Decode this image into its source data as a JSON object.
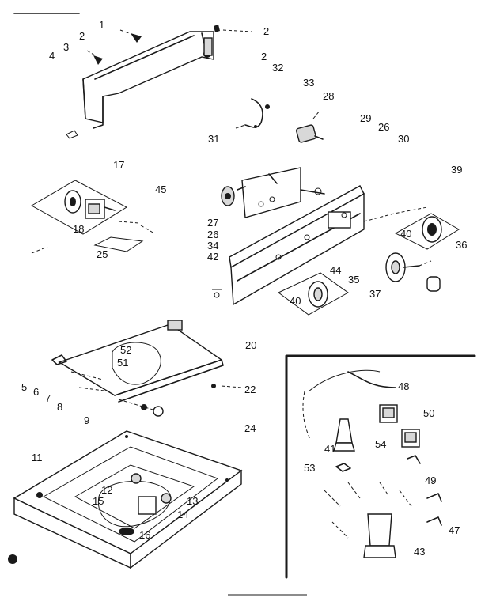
{
  "labels": {
    "p1": "1",
    "p2a": "2",
    "p2b": "2",
    "p2c": "2",
    "p3": "3",
    "p4": "4",
    "p32": "32",
    "p33": "33",
    "p28": "28",
    "p31": "31",
    "p29": "29",
    "p26a": "26",
    "p30": "30",
    "p17": "17",
    "p45": "45",
    "p18": "18",
    "p25": "25",
    "p39": "39",
    "p27": "27",
    "p26b": "26",
    "p34": "34",
    "p42": "42",
    "p36": "36",
    "p40a": "40",
    "p40b": "40",
    "p44": "44",
    "p35": "35",
    "p37": "37",
    "p20": "20",
    "p52": "52",
    "p51": "51",
    "p5": "5",
    "p6": "6",
    "p7": "7",
    "p8": "8",
    "p9": "9",
    "p22": "22",
    "p24": "24",
    "p11": "11",
    "p12": "12",
    "p13": "13",
    "p15": "15",
    "p14": "14",
    "p16": "16",
    "p48": "48",
    "p50": "50",
    "p41": "41",
    "p54": "54",
    "p53": "53",
    "p49": "49",
    "p47": "47",
    "p43": "43"
  }
}
